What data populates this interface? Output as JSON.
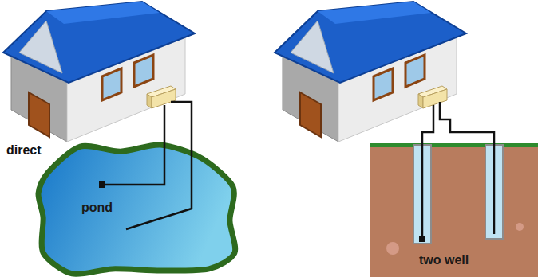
{
  "diagram": {
    "nodes": [
      {
        "text": [
          "pond"
        ]
      },
      {
        "text": [
          "two well"
        ]
      }
    ],
    "labels": [
      "direct"
    ]
  }
}
